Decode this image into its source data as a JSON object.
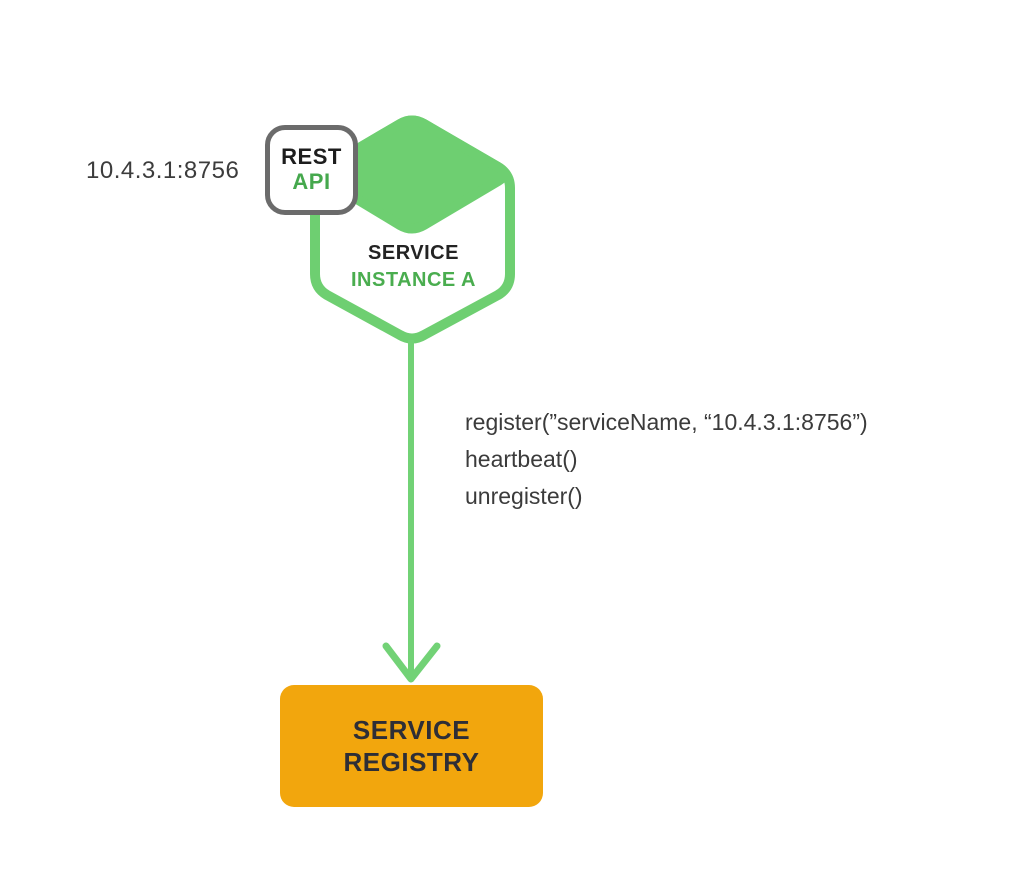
{
  "diagram": {
    "ip_label": "10.4.3.1:8756",
    "rest_api_badge": {
      "line1": "REST",
      "line2": "API"
    },
    "service_instance": {
      "line1": "SERVICE",
      "line2": "INSTANCE A"
    },
    "api_calls": [
      "register(”serviceName, “10.4.3.1:8756”)",
      "heartbeat()",
      "unregister()"
    ],
    "service_registry": {
      "line1": "SERVICE",
      "line2": "REGISTRY"
    },
    "colors": {
      "hexagon_green": "#6ecf71",
      "connector_green": "#72d276",
      "green_text": "#4aad4f",
      "badge_border_gray": "#6b6b6b",
      "registry_orange": "#f2a60d",
      "registry_text": "#2e2e36",
      "body_text": "#3b3b3b"
    }
  }
}
